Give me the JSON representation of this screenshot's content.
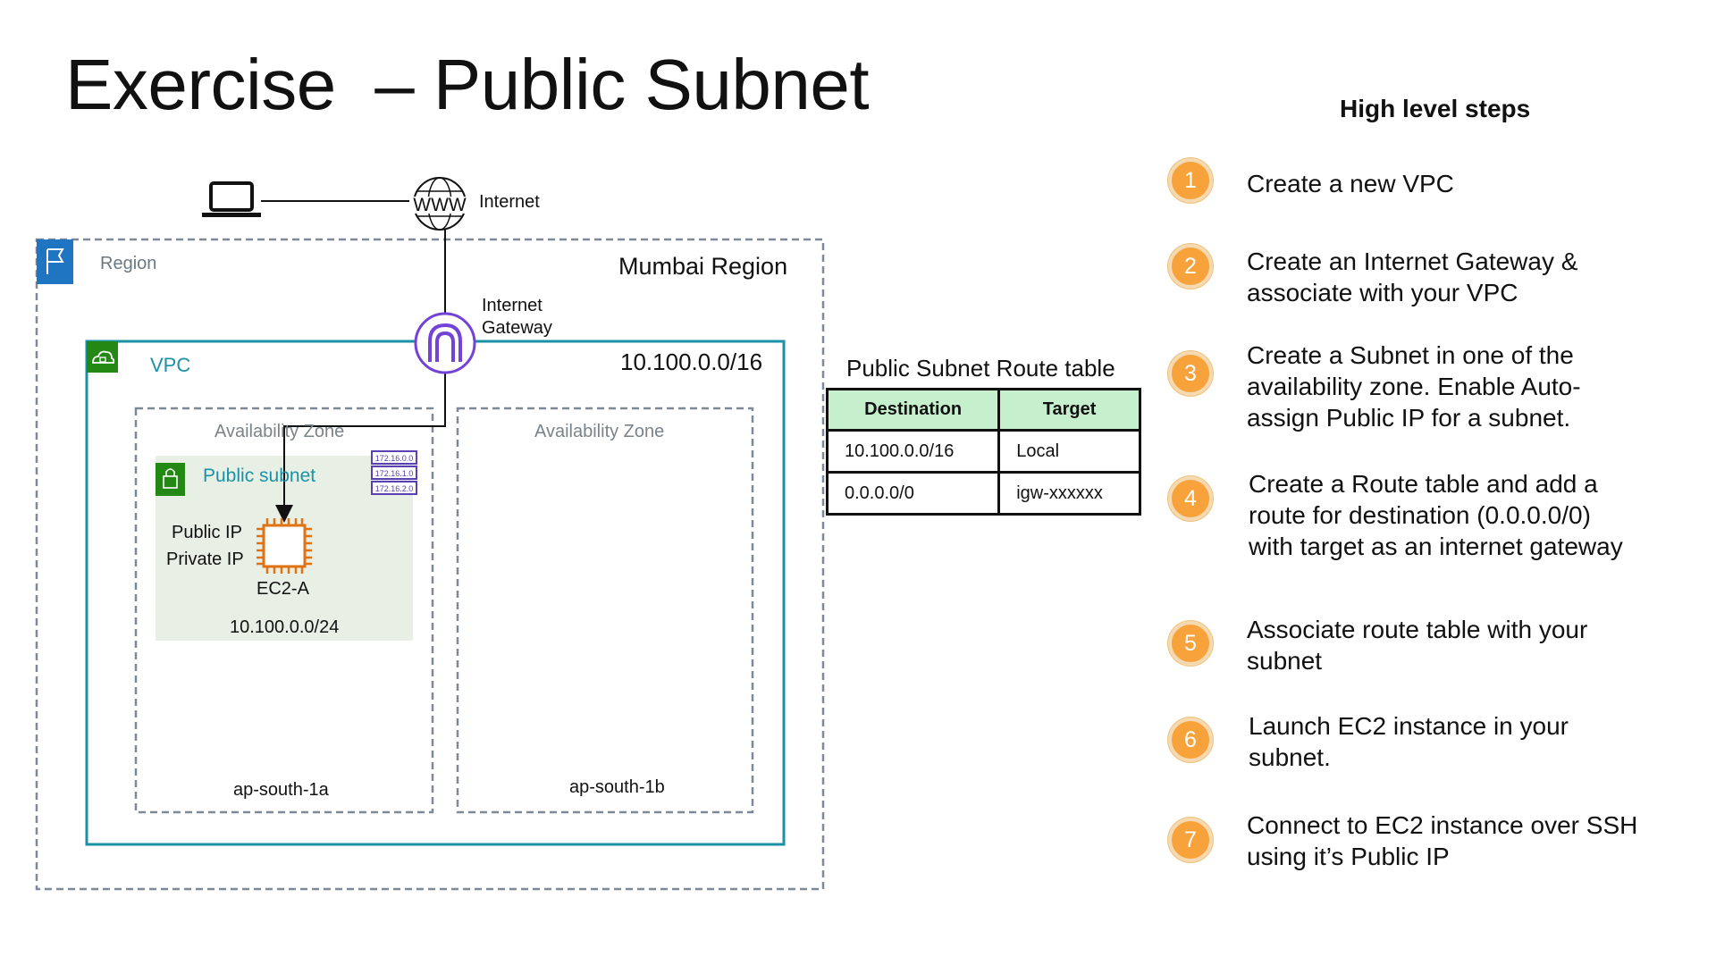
{
  "title": "Exercise  – Public Subnet",
  "diagram": {
    "internet_label": "Internet",
    "www_label": "WWW",
    "igw_label_line1": "Internet",
    "igw_label_line2": "Gateway",
    "region_label": "Region",
    "region_name": "Mumbai Region",
    "vpc_label": "VPC",
    "vpc_cidr": "10.100.0.0/16",
    "az1_label": "Availability Zone",
    "az2_label": "Availability Zone",
    "subnet_label": "Public subnet",
    "subnet_badges": [
      "172.16.0.0",
      "172.16.1.0",
      "172.16.2.0"
    ],
    "public_ip_label": "Public IP",
    "private_ip_label": "Private IP",
    "ec2_label": "EC2-A",
    "subnet_cidr": "10.100.0.0/24",
    "az1_name": "ap-south-1a",
    "az2_name": "ap-south-1b",
    "colors": {
      "region_border": "#7d8998",
      "region_flag": "#1f75c1",
      "vpc_border": "#1b91a5",
      "vpc_icon": "#248814",
      "subnet_fill": "#e8f0e5",
      "subnet_icon": "#248814",
      "igw": "#7342d6",
      "ec2": "#e07213",
      "step_circle": "#f7a23b"
    }
  },
  "route_table": {
    "title": "Public Subnet Route table",
    "headers": [
      "Destination",
      "Target"
    ],
    "rows": [
      [
        "10.100.0.0/16",
        "Local"
      ],
      [
        "0.0.0.0/0",
        "igw-xxxxxx"
      ]
    ]
  },
  "steps": {
    "title": "High level steps",
    "items": [
      {
        "num": "1",
        "text": "Create a new VPC"
      },
      {
        "num": "2",
        "text": "Create an Internet Gateway & associate with your VPC"
      },
      {
        "num": "3",
        "text": "Create a Subnet in one of the availability zone. Enable Auto-assign Public IP for a subnet."
      },
      {
        "num": "4",
        "text": "Create a Route table and add a route for destination (0.0.0.0/0) with target as an internet gateway"
      },
      {
        "num": "5",
        "text": "Associate route table with your subnet"
      },
      {
        "num": "6",
        "text": "Launch EC2 instance in your subnet."
      },
      {
        "num": "7",
        "text": "Connect to EC2 instance over SSH using it’s Public IP"
      }
    ]
  }
}
